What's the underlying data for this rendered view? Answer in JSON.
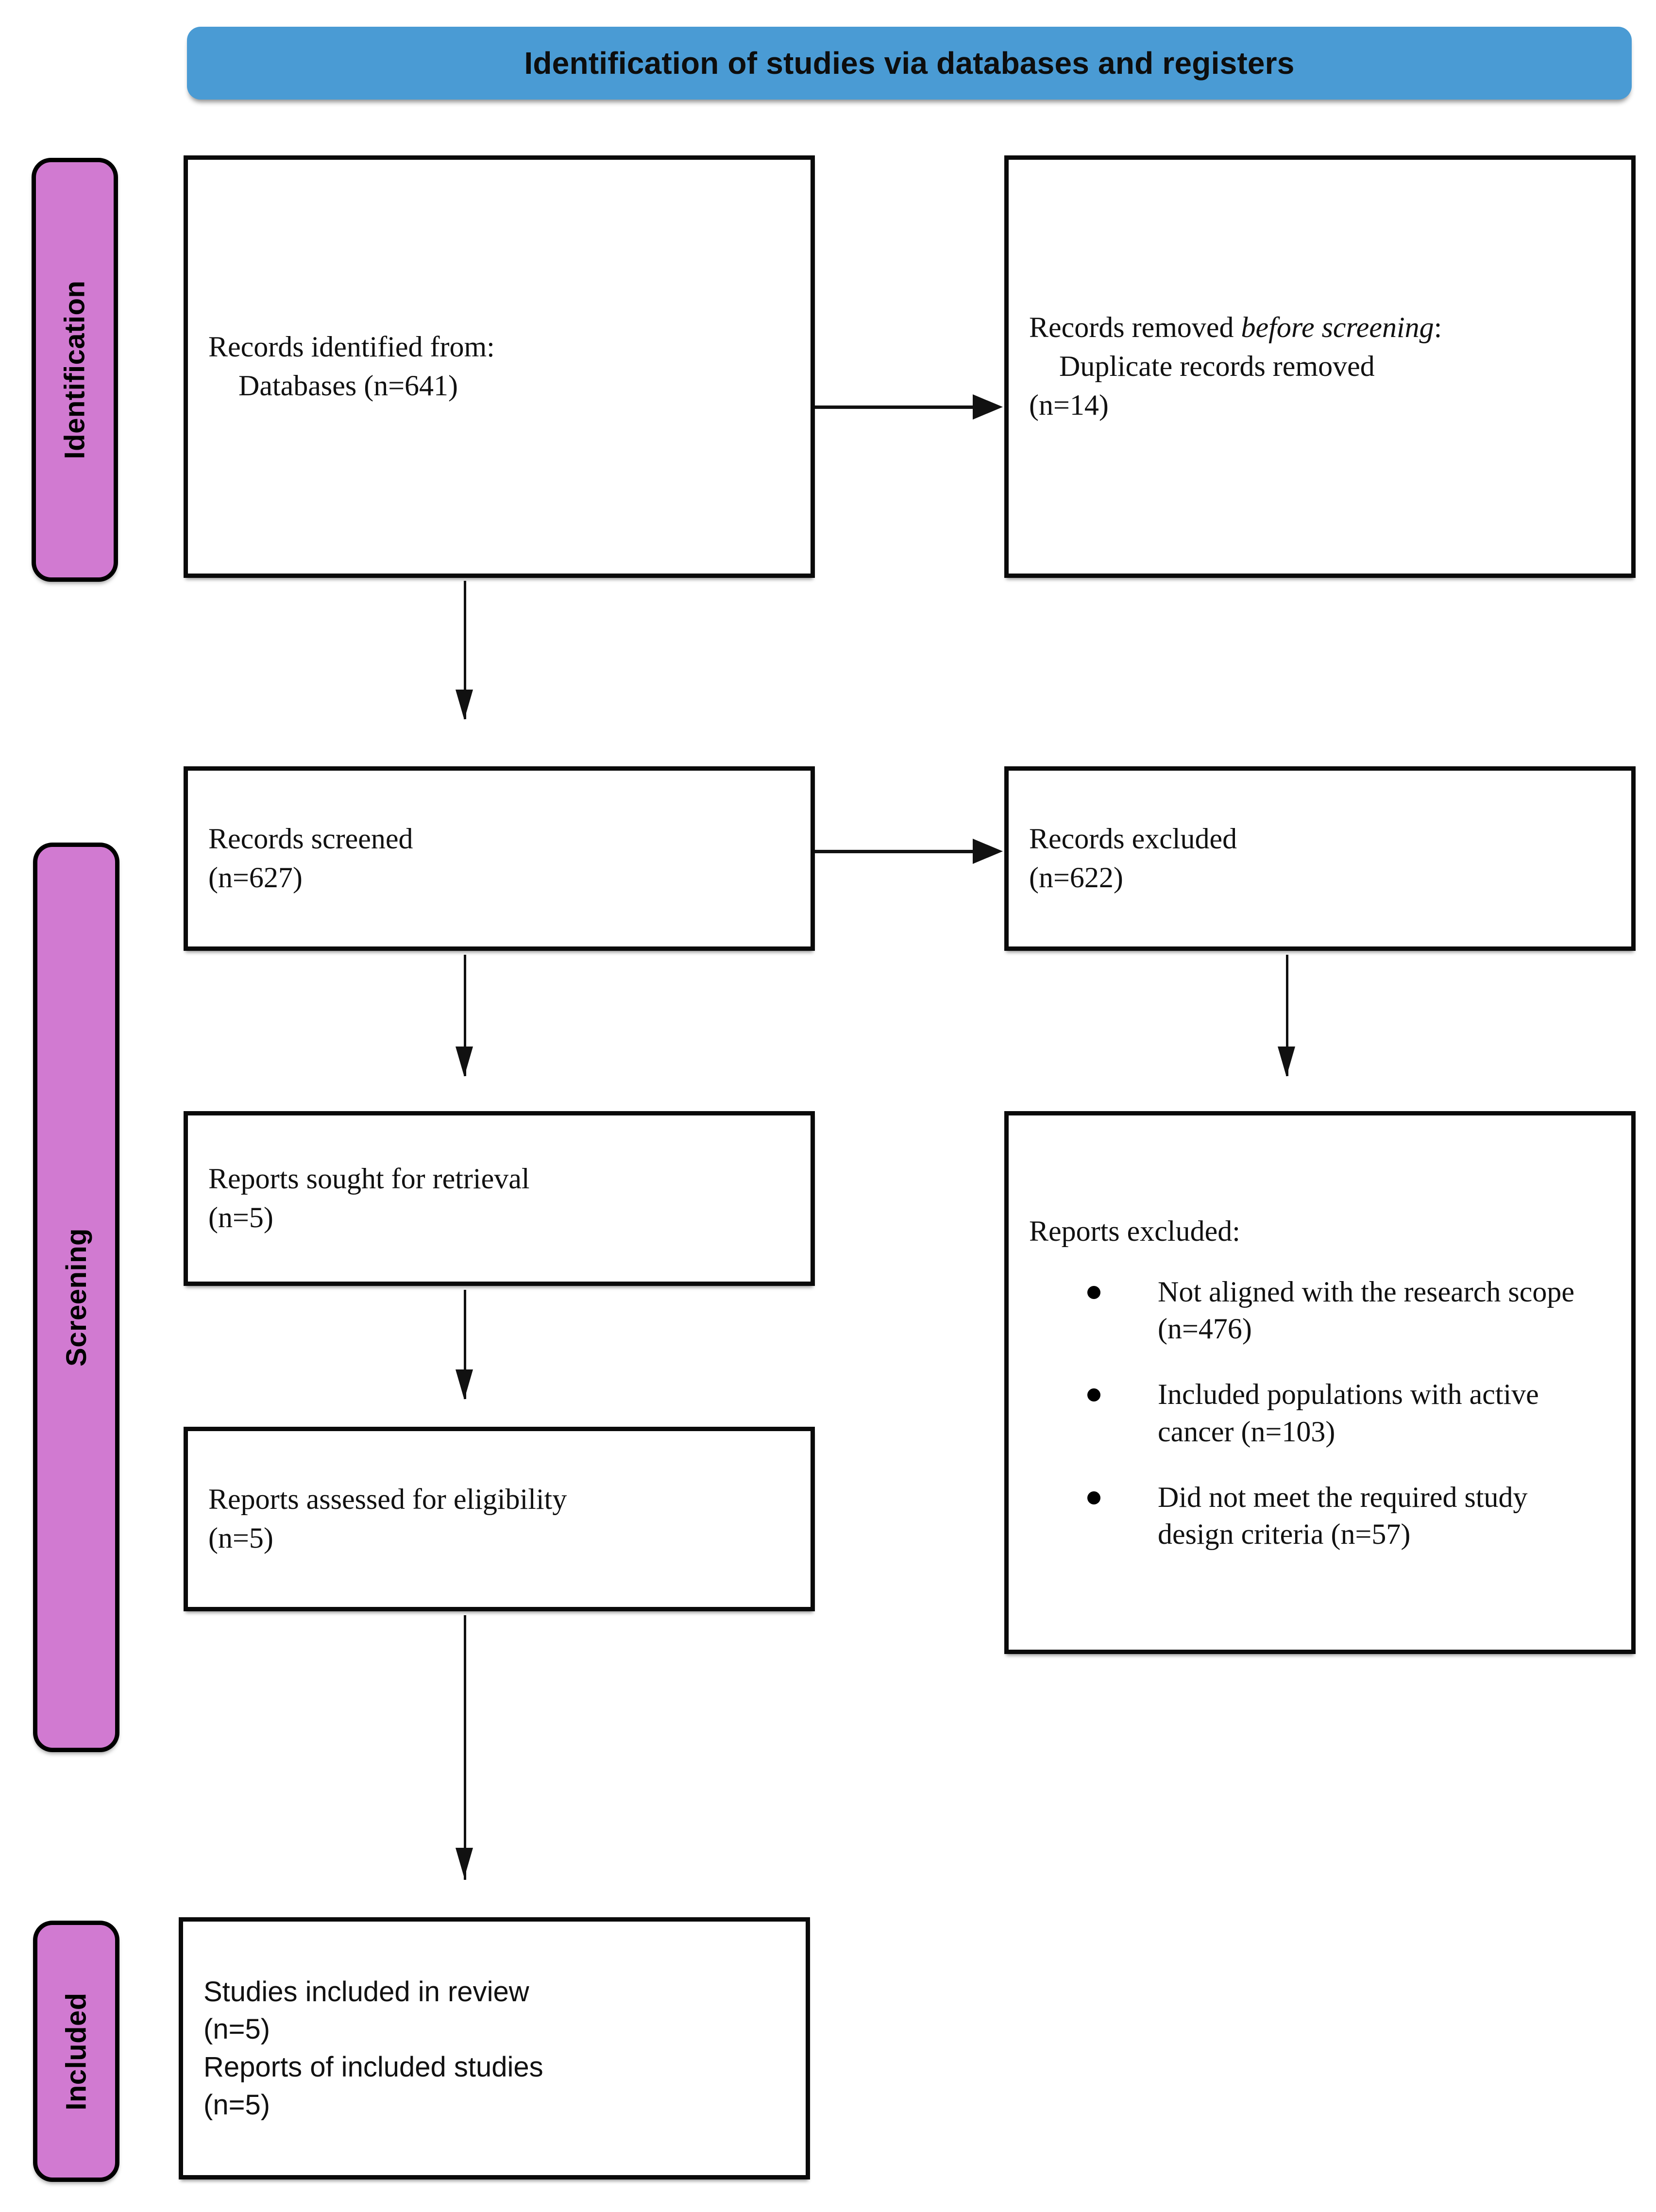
{
  "banner": {
    "title": "Identification of studies via databases and registers",
    "bg_color": "#4a9bd4"
  },
  "stages": {
    "accent_color": "#d17ad1",
    "identification": "Identification",
    "screening": "Screening",
    "included": "Included"
  },
  "boxes": {
    "identified": {
      "line1": "Records identified from:",
      "line2": "Databases (n=641)"
    },
    "removed": {
      "line1_prefix": "Records removed ",
      "line1_italic": "before screening",
      "line1_suffix": ":",
      "line2": "Duplicate records removed",
      "line3": "(n=14)"
    },
    "screened": {
      "line1": "Records screened",
      "line2": "(n=627)"
    },
    "records_excluded": {
      "line1": "Records excluded",
      "line2": "(n=622)"
    },
    "sought": {
      "line1": "Reports sought for retrieval",
      "line2": "(n=5)"
    },
    "reports_excluded": {
      "title": "Reports excluded:",
      "items": [
        "Not aligned with the research scope (n=476)",
        "Included populations with active cancer (n=103)",
        "Did not meet the required study design criteria (n=57)"
      ]
    },
    "assessed": {
      "line1": "Reports assessed for eligibility",
      "line2": "(n=5)"
    },
    "included": {
      "line1": "Studies included in review",
      "line2": "(n=5)",
      "line3": "Reports of included studies",
      "line4": "(n=5)"
    }
  },
  "flow_data": {
    "type": "prisma-flow",
    "identified_databases": 641,
    "duplicates_removed": 14,
    "records_screened": 627,
    "records_excluded": 622,
    "reports_sought": 5,
    "reports_assessed": 5,
    "reports_excluded_not_aligned": 476,
    "reports_excluded_active_cancer": 103,
    "reports_excluded_study_design": 57,
    "studies_included": 5,
    "reports_of_included_studies": 5
  }
}
